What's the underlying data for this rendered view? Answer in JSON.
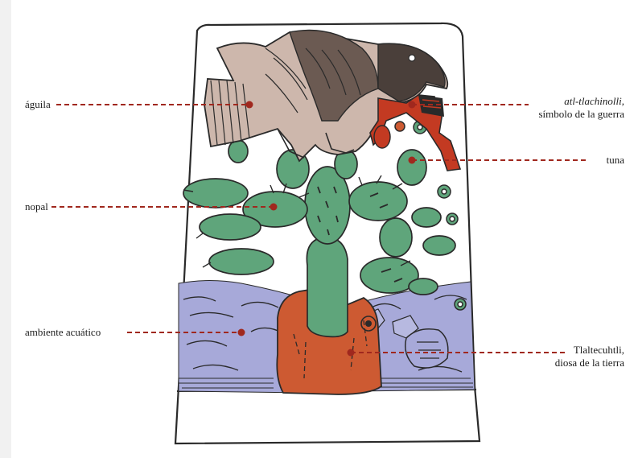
{
  "colors": {
    "background": "#ffffff",
    "stone_outline": "#2a2a2a",
    "eagle_fill": "#cdb7ac",
    "nopal_fill": "#5fa57b",
    "water_fill": "#a7a9d9",
    "earth_goddess_fill": "#cd5a32",
    "war_symbol_fill": "#c33a22",
    "leader_line": "#a0281e"
  },
  "icons": [
    "eagle",
    "nopal-cactus",
    "tuna-fruit",
    "atl-tlachinolli-glyph",
    "water",
    "tlaltecuhtli-figure"
  ],
  "labels": {
    "aguila": "águila",
    "nopal": "nopal",
    "ambiente": "ambiente acuático",
    "atl_1": "atl-tlachinolli,",
    "atl_2": "símbolo de la guerra",
    "tuna": "tuna",
    "tlal_1": "Tlaltecuhtli,",
    "tlal_2": "diosa de la tierra"
  }
}
